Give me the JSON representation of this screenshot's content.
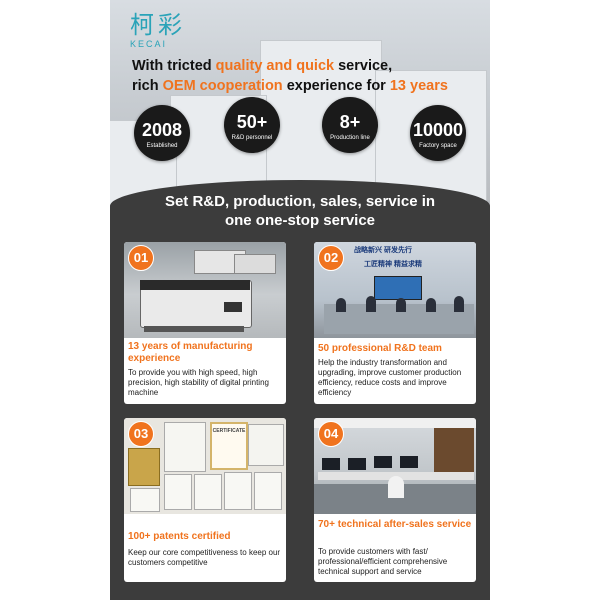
{
  "brand": {
    "name_cn": "柯彩",
    "name_en": "KECAI"
  },
  "tagline": {
    "l1_a": "With tricted ",
    "l1_b": "quality and quick",
    "l1_c": " service,",
    "l2_a": "rich ",
    "l2_b": "OEM cooperation",
    "l2_c": " experience for ",
    "l2_d": "13 years"
  },
  "stats": [
    {
      "value": "2008",
      "label": "Established"
    },
    {
      "value": "50+",
      "label": "R&D personnel"
    },
    {
      "value": "8+",
      "label": "Production line"
    },
    {
      "value": "10000",
      "label": "Factory space"
    }
  ],
  "section_heading": {
    "line1": "Set R&D, production, sales, service in",
    "line2": "one one-stop service"
  },
  "cards": [
    {
      "number": "01",
      "title": "13 years of manufacturing experience",
      "desc": "To provide you with high speed, high precision, high stability of digital printing machine"
    },
    {
      "number": "02",
      "title": "50 professional R&D team",
      "desc": "Help the industry transformation and upgrading, improve customer production efficiency, reduce costs and improve efficiency",
      "wall_text_1": "战略新兴  研发先行",
      "wall_text_2": "工匠精神  精益求精"
    },
    {
      "number": "03",
      "title": "100+ patents certified",
      "desc": "Keep our core competitiveness to keep our customers competitive",
      "certificate_label": "CERTIFICATE"
    },
    {
      "number": "04",
      "title": "70+ technical after-sales service",
      "desc": "To provide customers with fast/ professional/efficient comprehensive technical support and service"
    }
  ],
  "colors": {
    "accent": "#f0731e",
    "dark_bg": "#3c3c3c",
    "logo": "#2aa3b8"
  }
}
